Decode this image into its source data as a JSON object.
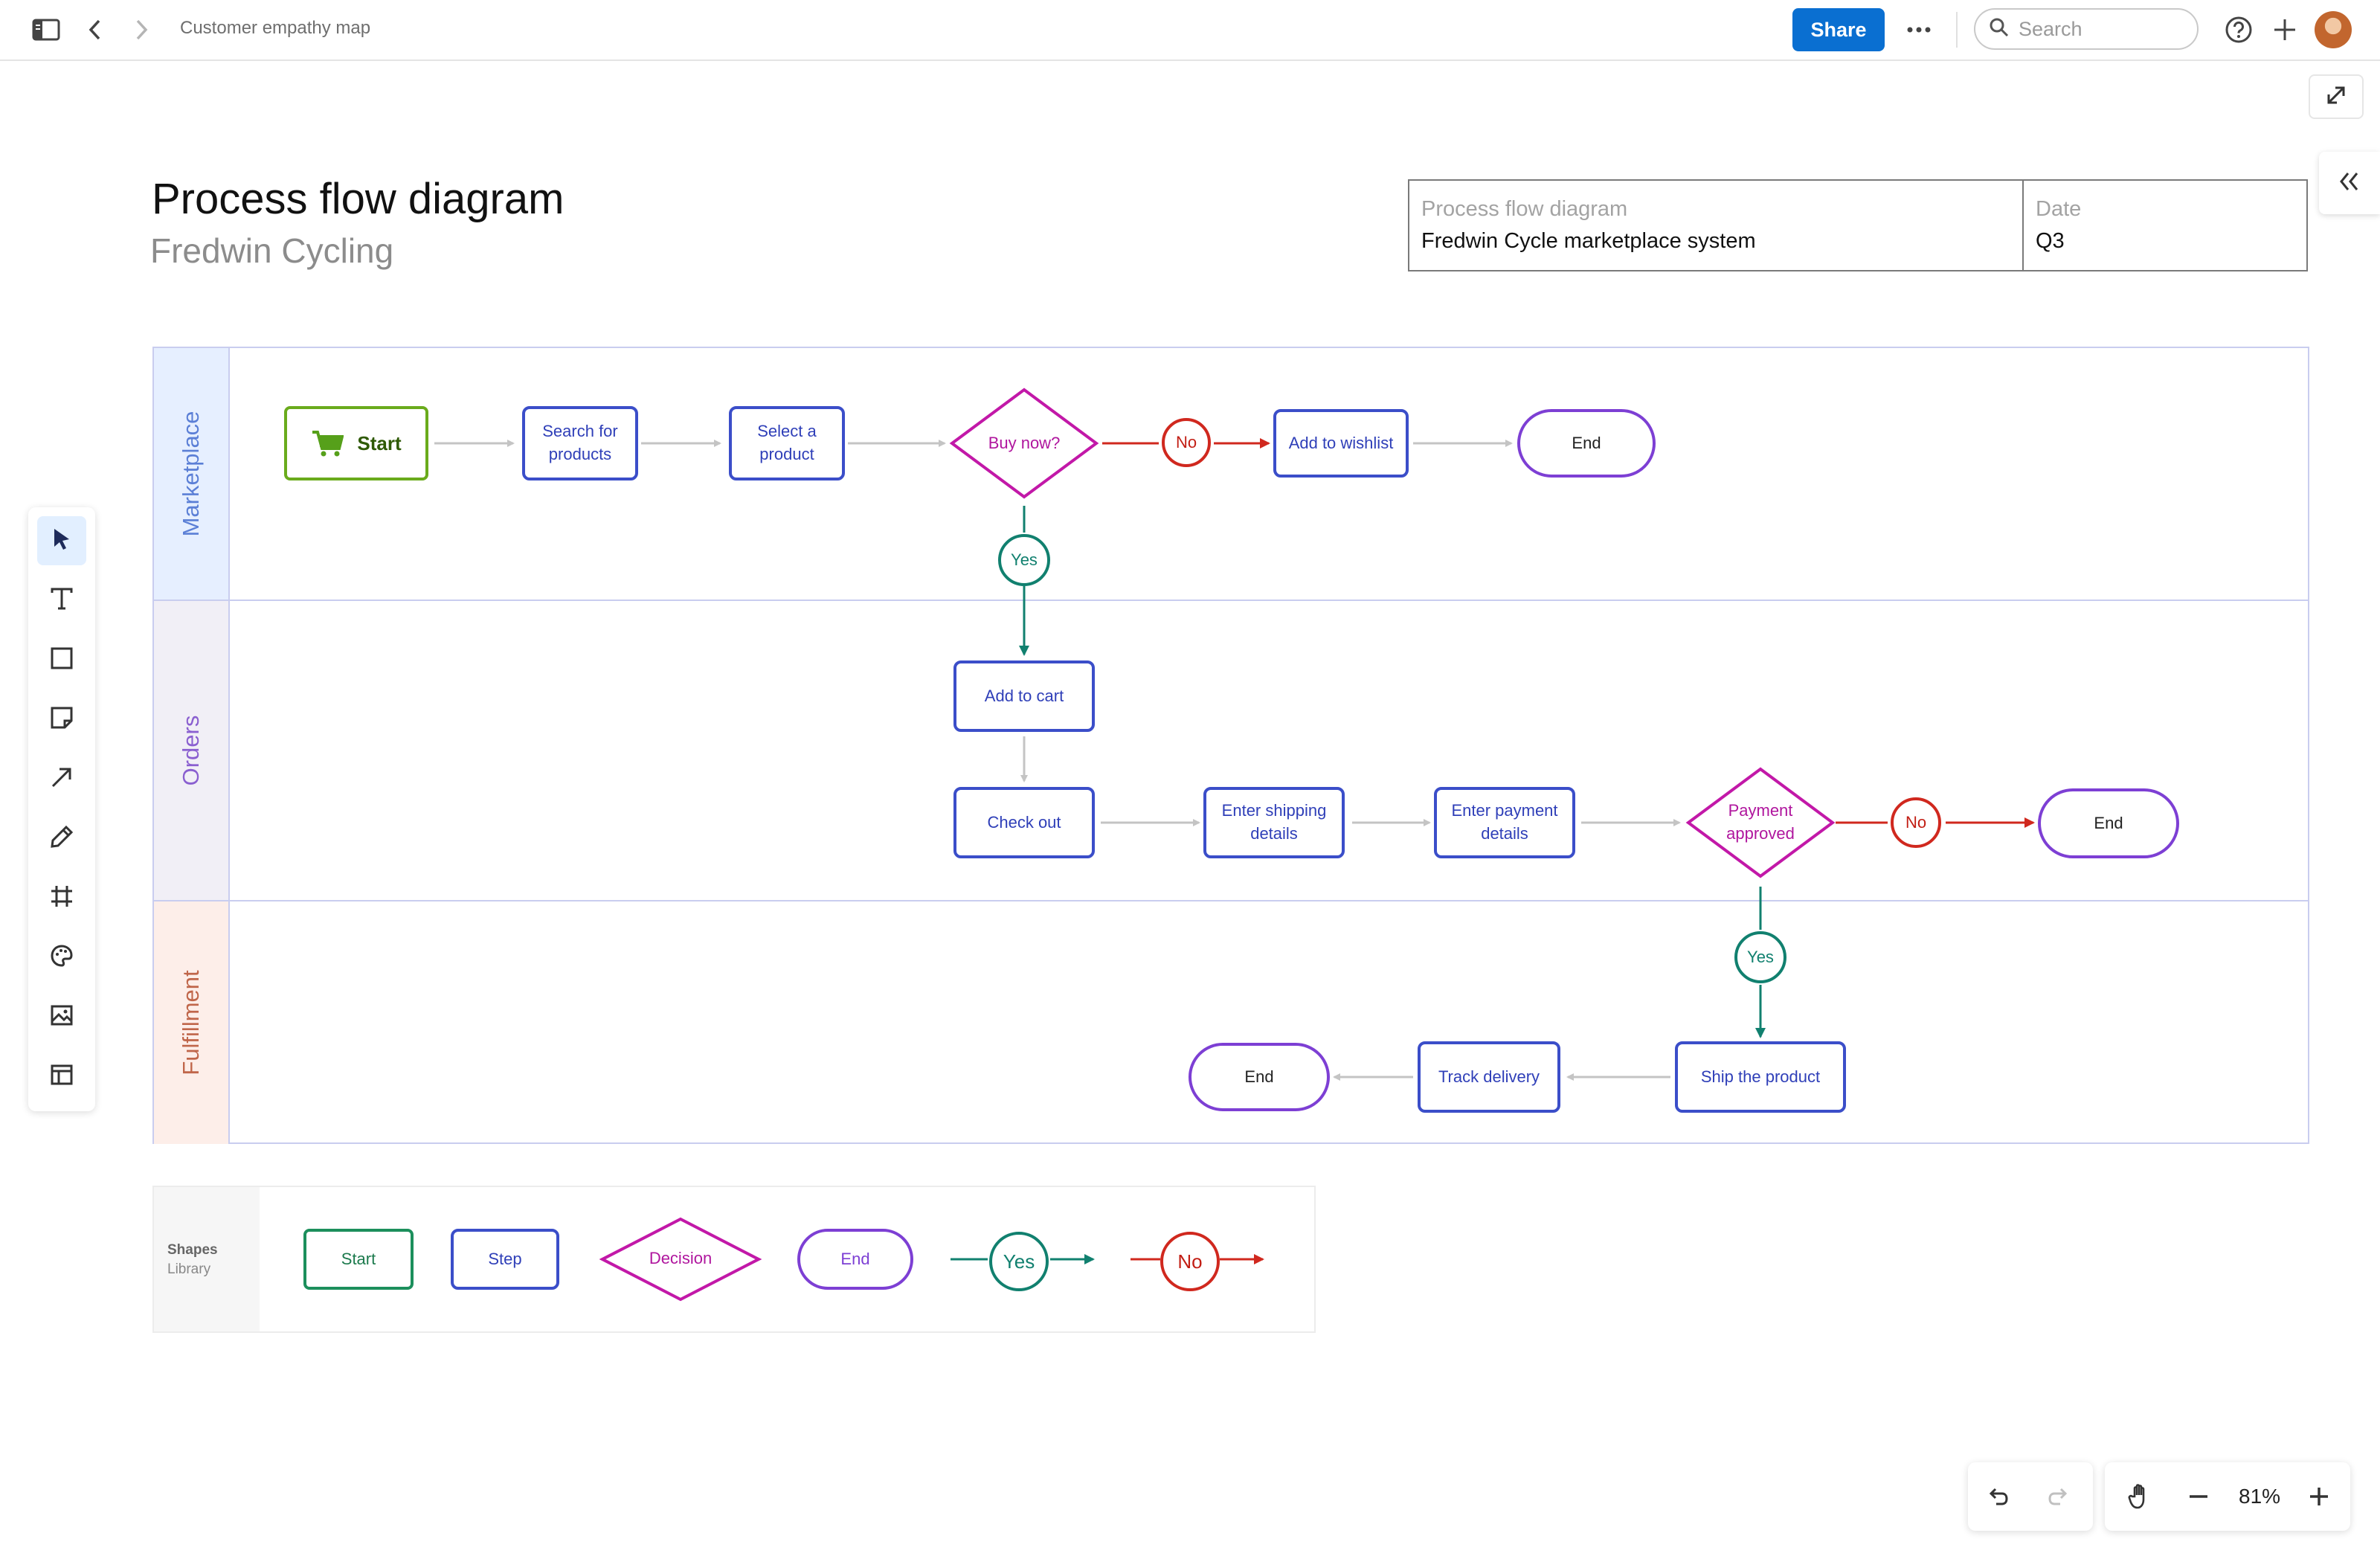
{
  "topbar": {
    "doc_title": "Customer empathy map",
    "share_label": "Share",
    "search_placeholder": "Search"
  },
  "header": {
    "title": "Process flow diagram",
    "subtitle": "Fredwin Cycling"
  },
  "info_table": {
    "col1_label": "Process flow diagram",
    "col1_value": "Fredwin Cycle marketplace system",
    "col2_label": "Date",
    "col2_value": "Q3"
  },
  "lanes": [
    {
      "label": "Marketplace",
      "color": "#5b7fd6",
      "bg": "#e6efff"
    },
    {
      "label": "Orders",
      "color": "#8a5fd0",
      "bg": "#f1eff6"
    },
    {
      "label": "Fulfillment",
      "color": "#c0664a",
      "bg": "#fdeee9"
    }
  ],
  "nodes": {
    "start": "Start",
    "search_products": "Search for products",
    "select_product": "Select a product",
    "buy_now": "Buy now?",
    "no_1": "No",
    "add_wishlist": "Add to wishlist",
    "end_1": "End",
    "yes_1": "Yes",
    "add_cart": "Add to cart",
    "check_out": "Check out",
    "enter_shipping": "Enter shipping details",
    "enter_payment": "Enter payment details",
    "payment_approved": "Payment approved",
    "no_2": "No",
    "end_2": "End",
    "yes_2": "Yes",
    "ship_product": "Ship the product",
    "track_delivery": "Track delivery",
    "end_3": "End"
  },
  "library": {
    "title": "Shapes",
    "subtitle": "Library",
    "start": "Start",
    "step": "Step",
    "decision": "Decision",
    "end": "End",
    "yes": "Yes",
    "no": "No"
  },
  "zoom": {
    "level": "81%"
  },
  "colors": {
    "accent": "#0a6fd1",
    "step": "#3b4ec9",
    "decision": "#c218a8",
    "terminal": "#7d3fd4",
    "yes": "#11806f",
    "no": "#d0281e",
    "start": "#6aab1c",
    "connector": "#c4c4c4"
  },
  "toolbar_icons": [
    "select-icon",
    "text-icon",
    "rectangle-icon",
    "sticky-note-icon",
    "arrow-icon",
    "pen-icon",
    "frame-icon",
    "palette-icon",
    "image-icon",
    "template-icon"
  ]
}
